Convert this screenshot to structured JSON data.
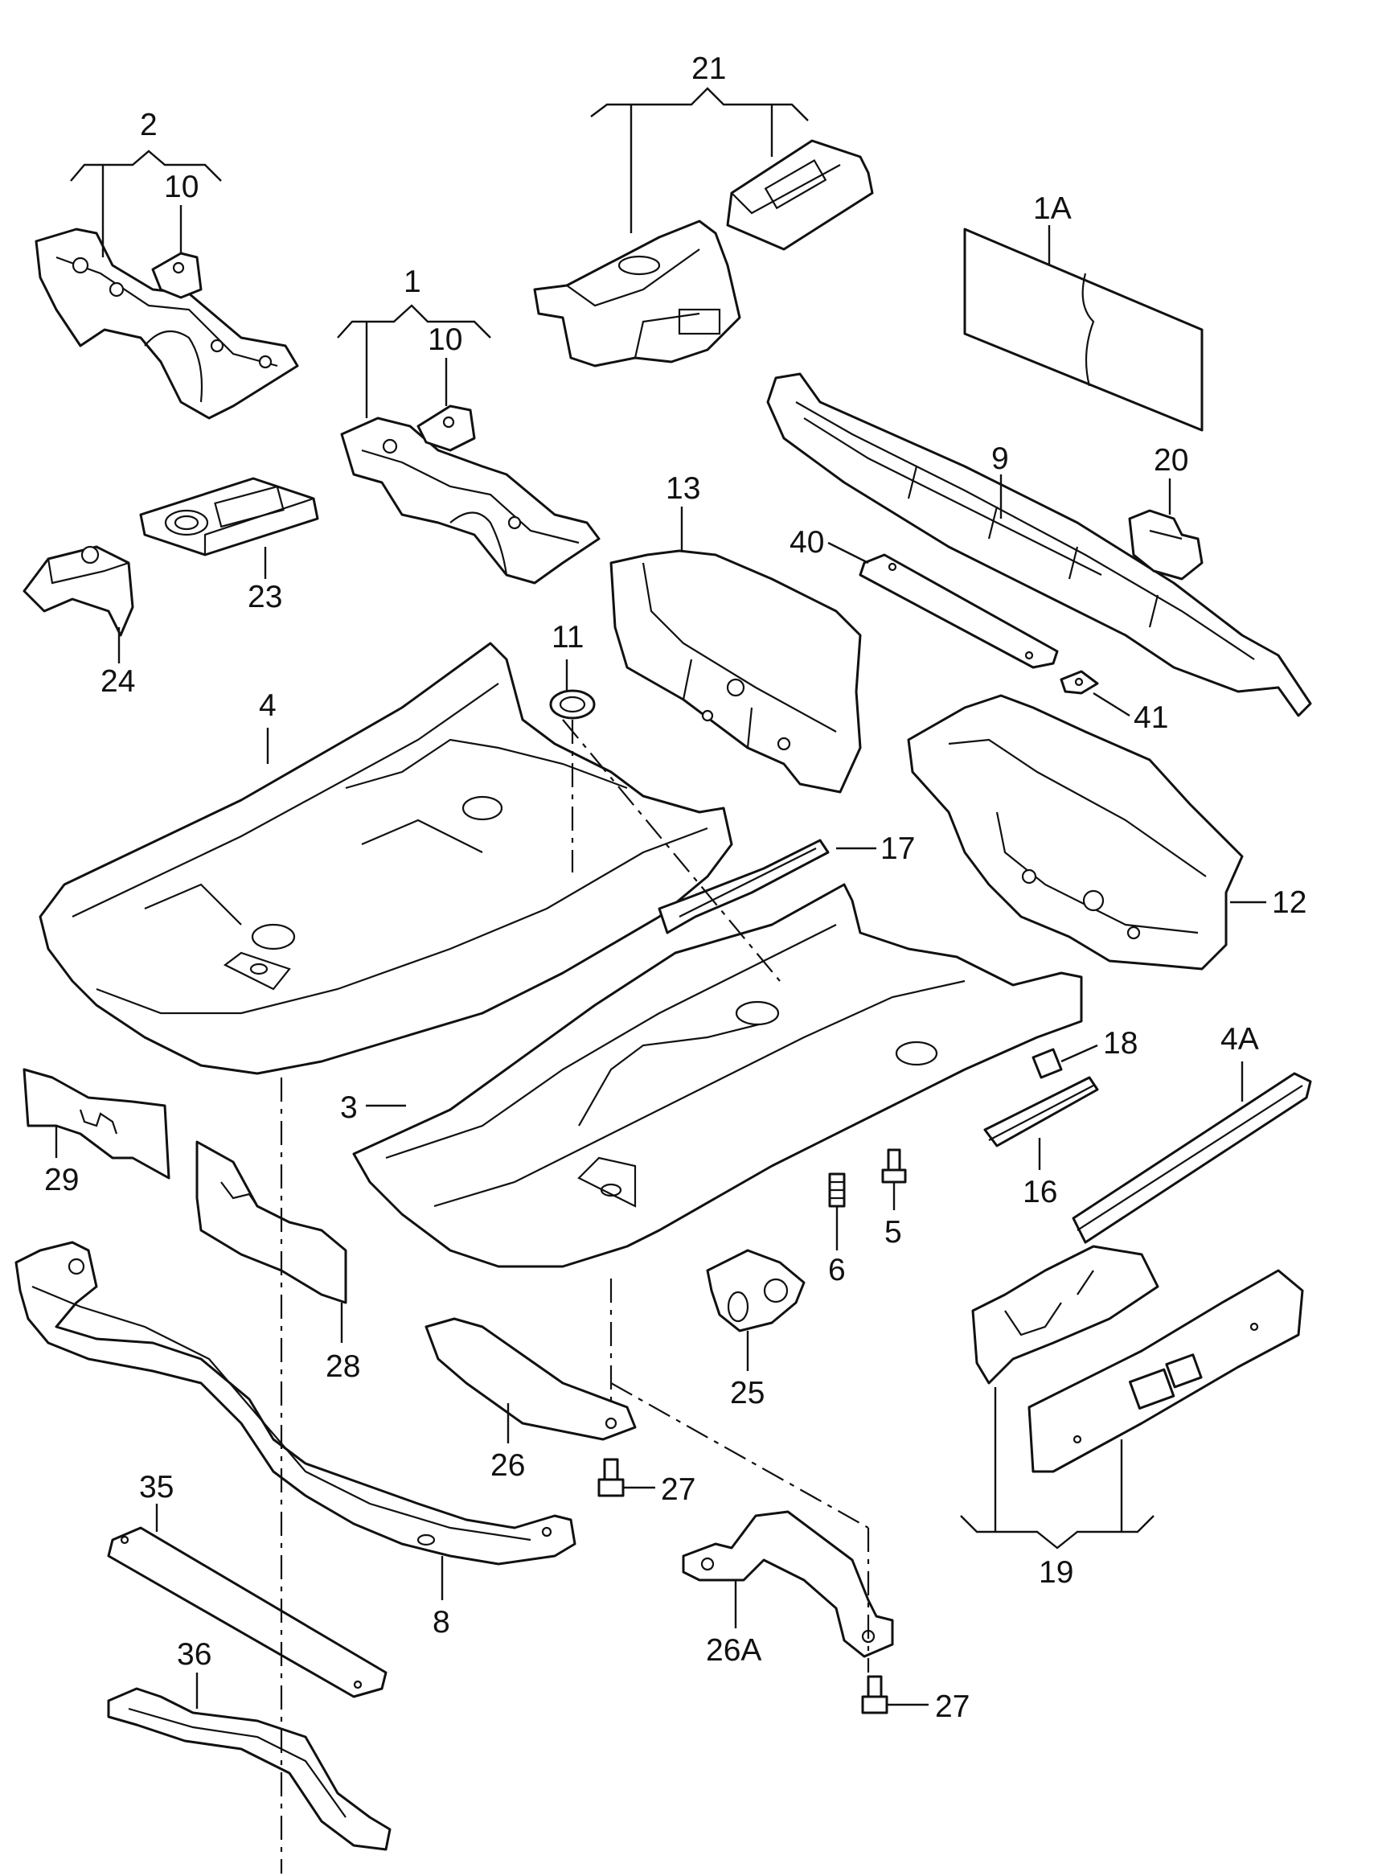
{
  "labels": {
    "p1": "1",
    "p1A": "1A",
    "p2": "2",
    "p3": "3",
    "p4": "4",
    "p4A": "4A",
    "p5": "5",
    "p6": "6",
    "p8": "8",
    "p9": "9",
    "p10a": "10",
    "p10b": "10",
    "p11": "11",
    "p12": "12",
    "p13": "13",
    "p16": "16",
    "p17": "17",
    "p18": "18",
    "p19": "19",
    "p20": "20",
    "p21": "21",
    "p23": "23",
    "p24": "24",
    "p25": "25",
    "p26": "26",
    "p26A": "26A",
    "p27a": "27",
    "p27b": "27",
    "p28": "28",
    "p29": "29",
    "p35": "35",
    "p36": "36",
    "p40": "40",
    "p41": "41"
  }
}
